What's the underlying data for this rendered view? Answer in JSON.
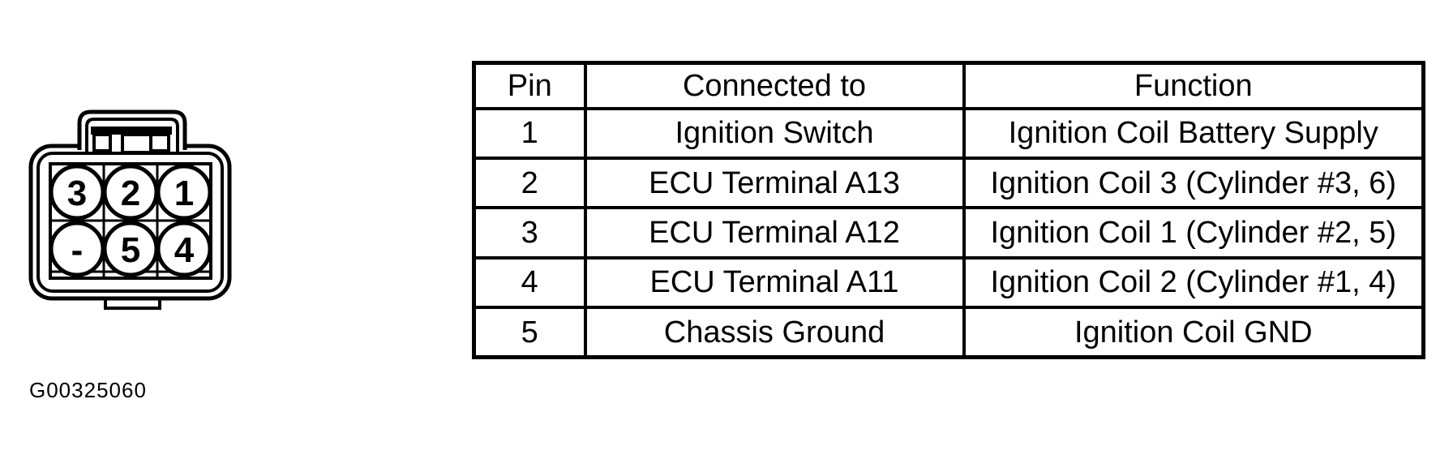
{
  "figure": {
    "code": "G00325060"
  },
  "connector": {
    "description": "6-cavity connector, face view with keyed top tab",
    "pins": [
      "3",
      "2",
      "1",
      "-",
      "5",
      "4"
    ]
  },
  "table": {
    "columns": [
      "Pin",
      "Connected to",
      "Function"
    ],
    "rows": [
      [
        "1",
        "Ignition Switch",
        "Ignition Coil Battery Supply"
      ],
      [
        "2",
        "ECU Terminal A13",
        "Ignition Coil 3 (Cylinder #3, 6)"
      ],
      [
        "3",
        "ECU Terminal A12",
        "Ignition Coil 1 (Cylinder #2, 5)"
      ],
      [
        "4",
        "ECU Terminal A11",
        "Ignition Coil 2 (Cylinder #1, 4)"
      ],
      [
        "5",
        "Chassis Ground",
        "Ignition Coil GND"
      ]
    ]
  },
  "colors": {
    "ink": "#000000",
    "paper": "#ffffff"
  }
}
